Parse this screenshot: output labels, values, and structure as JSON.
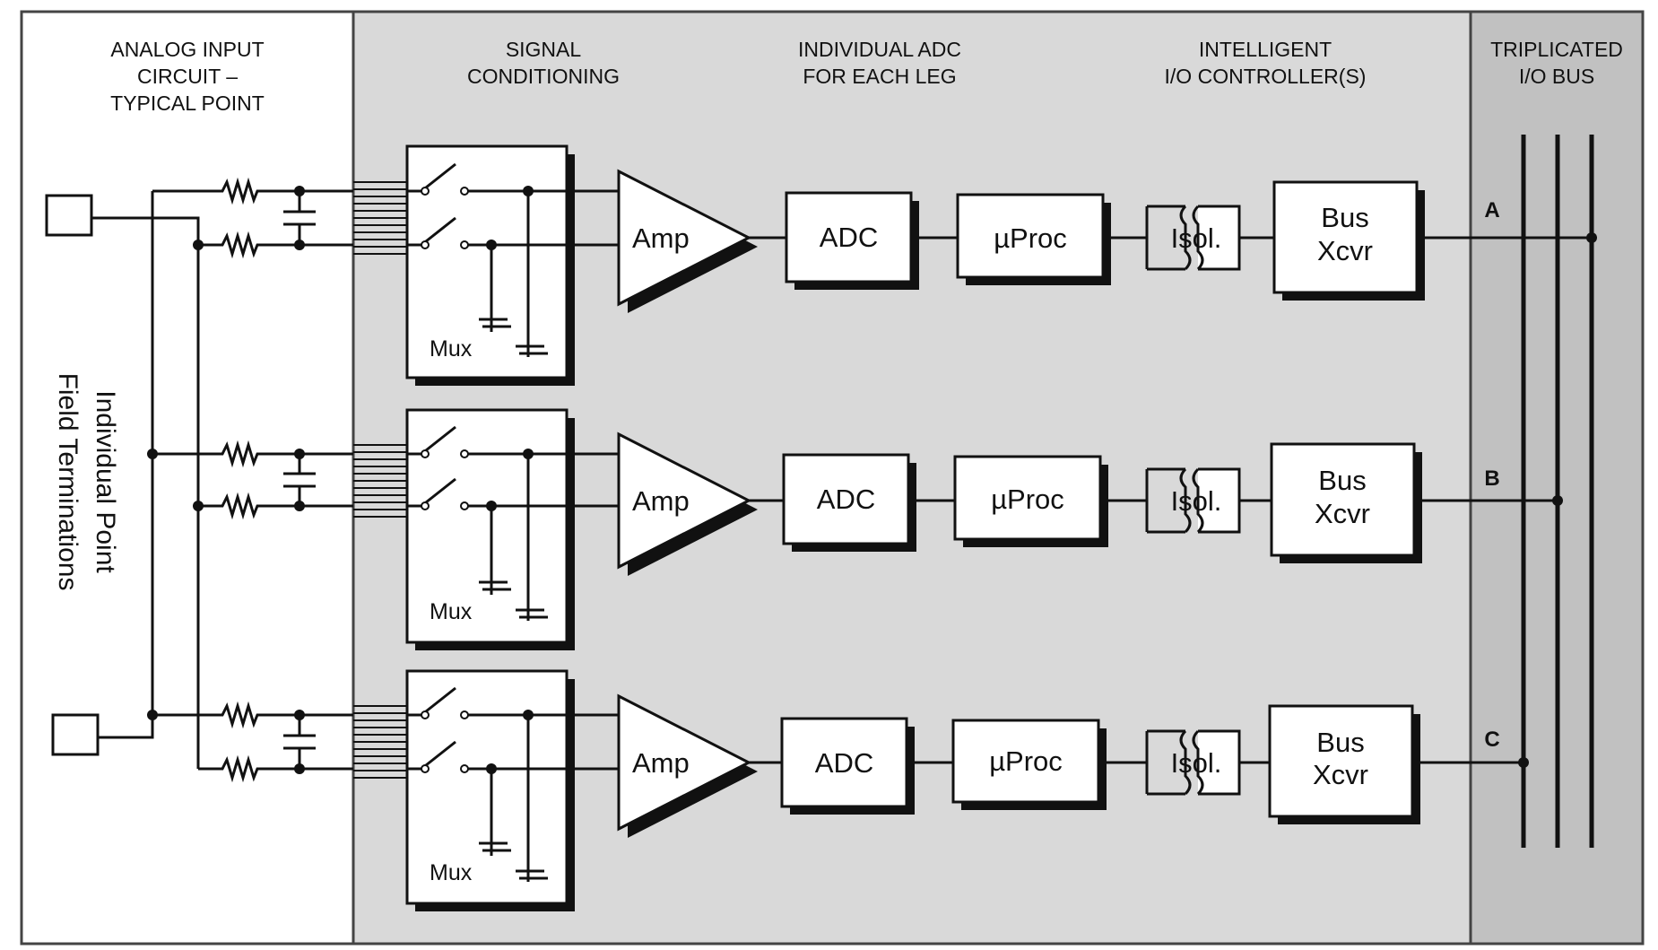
{
  "headers": {
    "analog_input": [
      "ANALOG INPUT",
      "CIRCUIT –",
      "TYPICAL POINT"
    ],
    "signal_conditioning": [
      "SIGNAL",
      "CONDITIONING"
    ],
    "individual_adc": [
      "INDIVIDUAL ADC",
      "FOR EACH LEG"
    ],
    "io_controller": [
      "INTELLIGENT",
      "I/O CONTROLLER(S)"
    ],
    "triplicated_bus": [
      "TRIPLICATED",
      "I/O BUS"
    ]
  },
  "field_terminations": [
    "Individual Point",
    "Field Terminations"
  ],
  "legs": [
    {
      "mux": "Mux",
      "amp": "Amp",
      "adc": "ADC",
      "proc": "µProc",
      "isol": "Isol.",
      "xcvr": [
        "Bus",
        "Xcvr"
      ],
      "bus": "A"
    },
    {
      "mux": "Mux",
      "amp": "Amp",
      "adc": "ADC",
      "proc": "µProc",
      "isol": "Isol.",
      "xcvr": [
        "Bus",
        "Xcvr"
      ],
      "bus": "B"
    },
    {
      "mux": "Mux",
      "amp": "Amp",
      "adc": "ADC",
      "proc": "µProc",
      "isol": "Isol.",
      "xcvr": [
        "Bus",
        "Xcvr"
      ],
      "bus": "C"
    }
  ],
  "colors": {
    "panel_white": "#ffffff",
    "panel_light_gray": "#d9d9d9",
    "panel_dark_gray": "#c1c1c1",
    "line": "#111111"
  }
}
